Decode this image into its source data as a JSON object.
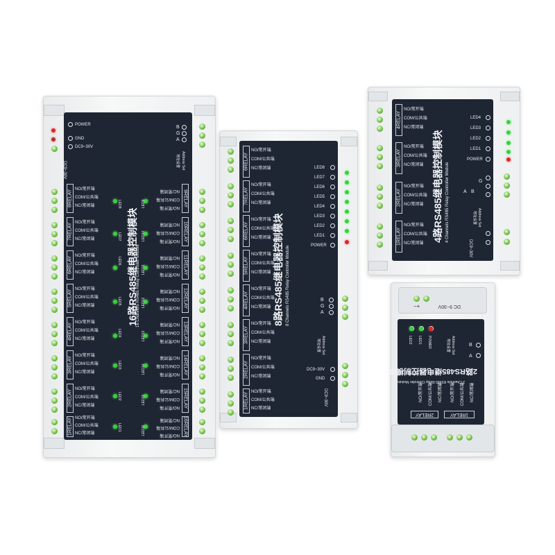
{
  "labels": {
    "no": "NO/常开端",
    "com": "COM/公共端",
    "nc": "NC/常闭端",
    "no_r": "NO/常开端",
    "com_r": "COM/公共端",
    "nc_r": "NC/常闭端"
  },
  "m16": {
    "title": "16路RS485继电器控制模块",
    "subtitle": "16 Channels RS485 Relay Controller Module",
    "power": "POWER",
    "gnd": "GND",
    "dc": "DC9~30V",
    "a": "A",
    "b": "B",
    "g": "G",
    "addr": "Address Set",
    "addr_cn": "地址设置",
    "relays_left": [
      "8RELAY",
      "7RELAY",
      "6RELAY",
      "5RELAY",
      "4RELAY",
      "3RELAY",
      "2RELAY",
      "1RELAY"
    ],
    "relays_right": [
      "9RELAY",
      "10RELAY",
      "11RELAY",
      "12RELAY",
      "13RELAY",
      "14RELAY",
      "15RELAY",
      "16RELAY"
    ],
    "leds_left": [
      "LED8",
      "LED7",
      "LED6",
      "LED5",
      "LED4",
      "LED3",
      "LED2",
      "LED1"
    ],
    "leds_right": [
      "LED9",
      "LED10",
      "LED11",
      "LED12",
      "LED13",
      "LED14",
      "LED15",
      "LED16"
    ]
  },
  "m8": {
    "title": "8路RS485继电器控制模块",
    "subtitle": "8 Channels RS485 Relay Controller Module",
    "relays": [
      "6RELAY",
      "7RELAY",
      "6RELAY",
      "5RELAY",
      "4RELAY",
      "3RELAY",
      "2RELAY",
      "1RELAY"
    ],
    "leds": [
      "LED8",
      "LED7",
      "LED6",
      "LED5",
      "LED4",
      "LED3",
      "LED2",
      "LED1"
    ],
    "power": "POWER",
    "a": "A",
    "b": "B",
    "g": "G",
    "addr": "Address Set",
    "addr_cn": "地址设置",
    "dc": "DC9~30V",
    "gnd": "GND"
  },
  "m4": {
    "title": "4路RS485继电器控制模块",
    "subtitle": "4 Channels RS485 Relay Controller Module",
    "relays": [
      "4RELAY",
      "3RELAY",
      "2RELAY",
      "1RELAY"
    ],
    "leds": [
      "LED4",
      "LED3",
      "LED2",
      "LED1"
    ],
    "power": "POWER",
    "a": "A",
    "b": "B",
    "g": "G",
    "addr": "Address Set",
    "addr_cn": "地址设置",
    "dc": "DC9~30V"
  },
  "m2": {
    "title": "2路RS485继电器控制模块",
    "subtitle": "2 Channels RS485 Relay Controller Module",
    "relays": [
      "2RELAY",
      "1RELAY"
    ],
    "leds": [
      "LED2",
      "LED1"
    ],
    "power": "POWER",
    "a": "A",
    "b": "B",
    "addr": "Address Set",
    "addr_cn": "地址设置",
    "dc": "DC 9~30V"
  }
}
